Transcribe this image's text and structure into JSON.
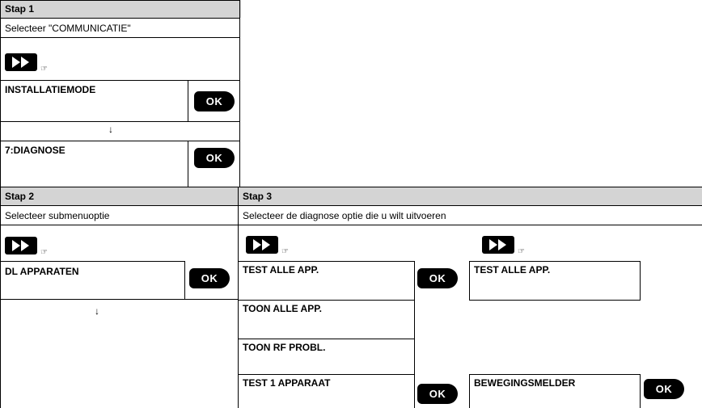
{
  "step1": {
    "header": "Stap 1",
    "instruction": "Selecteer \"COMMUNICATIE\"",
    "menu1": "INSTALLATIEMODE",
    "arrow": "↓",
    "menu2": "7:DIAGNOSE",
    "ok_label": "OK"
  },
  "step2": {
    "header": "Stap 2",
    "instruction": "Selecteer submenuoptie",
    "menu1": "DL APPARATEN",
    "arrow": "↓",
    "ok_label": "OK"
  },
  "step3": {
    "header": "Stap 3",
    "instruction": "Selecteer de diagnose optie die u wilt uitvoeren",
    "options": [
      "TEST ALLE APP.",
      "TOON ALLE APP.",
      "TOON RF PROBL.",
      "TEST 1 APPARAAT"
    ],
    "results": [
      "TEST ALLE APP.",
      "BEWEGINGSMELDER"
    ],
    "ok_label": "OK"
  },
  "icons": {
    "forward": "fast-forward-icon",
    "pointer": "pointing-hand-icon",
    "hand_glyph": "☞"
  }
}
